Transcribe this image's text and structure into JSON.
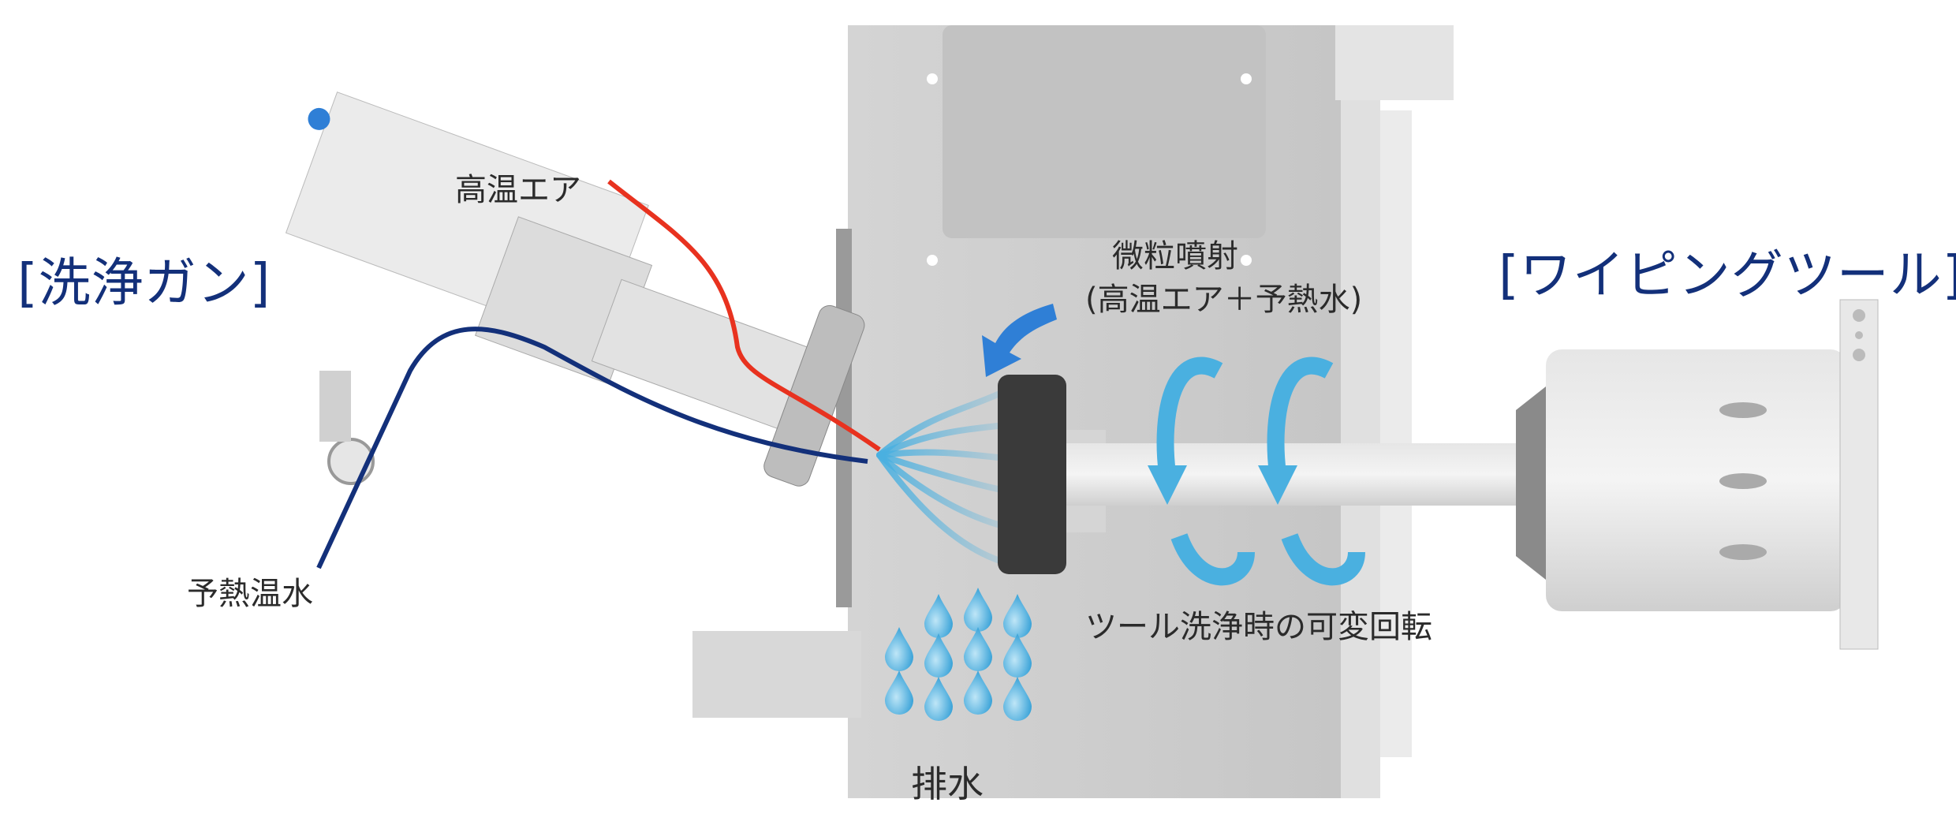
{
  "labels": {
    "cleaning_gun": "[洗浄ガン]",
    "wiping_tool": "[ワイピングツール]",
    "hot_air": "高温エア",
    "preheated_water": "予熱温水",
    "spray_line1": "微粒噴射",
    "spray_line2": "(高温エア＋予熱水)",
    "variable_rotation": "ツール洗浄時の可変回転",
    "drain": "排水"
  },
  "colors": {
    "hot_air_line": "#e8321f",
    "water_line": "#13307a",
    "title_text": "#13307a",
    "accent_blue": "#4ab0e0"
  }
}
